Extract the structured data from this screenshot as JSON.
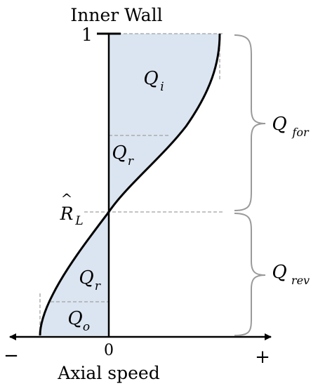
{
  "title": "Inner Wall",
  "axis": {
    "xlabel": "Axial speed",
    "zero_label": "0",
    "minus_label": "−",
    "plus_label": "+",
    "top_tick_label": "1"
  },
  "radius_label": {
    "symbol": "R",
    "hat": "^",
    "subscript": "L"
  },
  "regions": {
    "qi": {
      "main": "Q",
      "sub": "i"
    },
    "qr_upper": {
      "main": "Q",
      "sub": "r"
    },
    "qr_lower": {
      "main": "Q",
      "sub": "r"
    },
    "qo": {
      "main": "Q",
      "sub": "o"
    }
  },
  "braces": {
    "forward": {
      "main": "Q",
      "sub": "for"
    },
    "reverse": {
      "main": "Q",
      "sub": "rev"
    }
  },
  "colors": {
    "fill": "#dbe5f1",
    "curve": "#000000",
    "dashed": "#a0a0a0",
    "brace": "#9a9a9a"
  }
}
